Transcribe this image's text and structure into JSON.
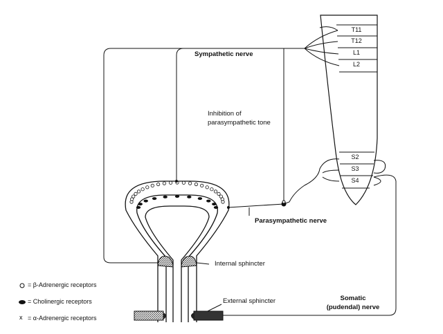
{
  "labels": {
    "sympathetic_nerve": "Sympathetic nerve",
    "inhibition_line1": "Inhibition of",
    "inhibition_line2": "parasympathetic tone",
    "parasympathetic_nerve": "Parasympathetic nerve",
    "internal_sphincter": "Internal sphincter",
    "external_sphincter": "External sphincter",
    "somatic_line1": "Somatic",
    "somatic_line2": "(pudendal) nerve"
  },
  "spinal_segments": {
    "upper": [
      "T11",
      "T12",
      "L1",
      "L2"
    ],
    "lower": [
      "S2",
      "S3",
      "S4"
    ]
  },
  "legend": [
    {
      "symbol": "o",
      "text": "= β-Adrenergic receptors"
    },
    {
      "symbol": "ellipse-icon",
      "text": "= Cholinergic receptors"
    },
    {
      "symbol": "x",
      "text": "= α-Adrenergic receptors"
    }
  ]
}
